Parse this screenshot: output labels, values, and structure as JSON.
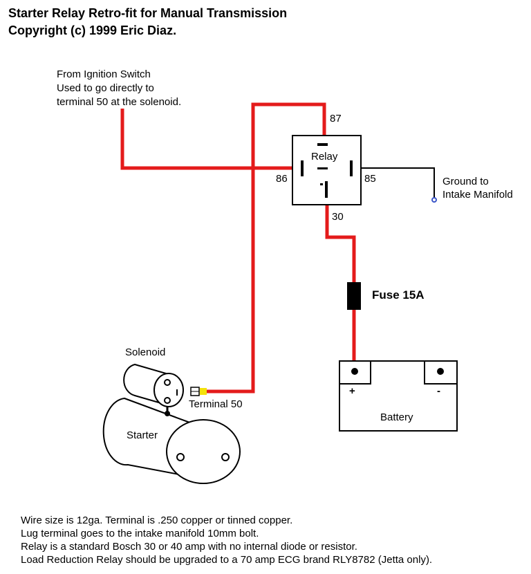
{
  "header": {
    "title": "Starter Relay Retro-fit for Manual Transmission",
    "copyright": "Copyright (c) 1999 Eric Diaz."
  },
  "labels": {
    "ignition_line1": "From Ignition Switch",
    "ignition_line2": "Used to go directly to",
    "ignition_line3": "terminal 50 at the solenoid.",
    "relay": "Relay",
    "pin_87": "87",
    "pin_86": "86",
    "pin_85": "85",
    "pin_30": "30",
    "ground_line1": "Ground to",
    "ground_line2": "Intake Manifold",
    "fuse": "Fuse 15A",
    "battery": "Battery",
    "battery_plus": "+",
    "battery_minus": "-",
    "solenoid": "Solenoid",
    "starter": "Starter",
    "terminal_50": "Terminal 50"
  },
  "notes": [
    "Wire size is 12ga. Terminal is .250 copper or tinned copper.",
    "Lug terminal goes to the intake manifold 10mm bolt.",
    "Relay is a standard Bosch 30 or 40 amp with no internal diode or resistor.",
    "Load Reduction Relay should be upgraded to a 70 amp ECG brand RLY8782 (Jetta only)."
  ],
  "colors": {
    "wire": "#e41b1b",
    "outline": "#000000",
    "terminal": "#f4e20a"
  }
}
